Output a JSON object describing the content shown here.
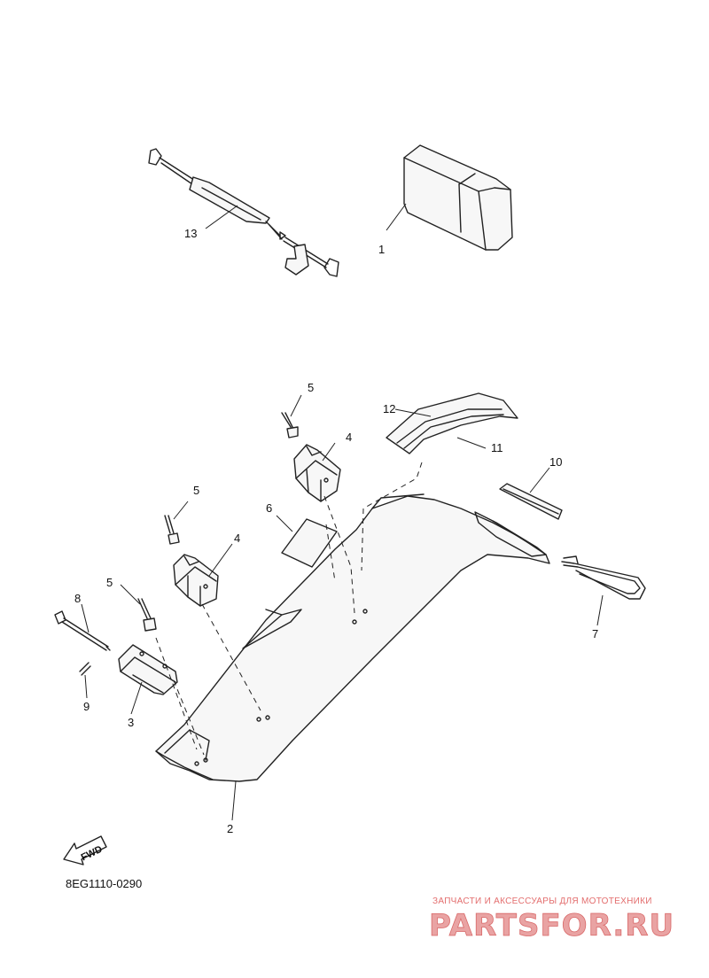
{
  "diagram": {
    "callouts": {
      "c1": "1",
      "c2": "2",
      "c3": "3",
      "c4a": "4",
      "c4b": "4",
      "c5a": "5",
      "c5b": "5",
      "c5c": "5",
      "c6": "6",
      "c7": "7",
      "c8": "8",
      "c9": "9",
      "c10": "10",
      "c11": "11",
      "c12": "12",
      "c13": "13"
    },
    "fwd_label": "FWD",
    "diagram_code": "8EG1110-0290"
  },
  "watermark": {
    "tagline": "ЗАПЧАСТИ И АКСЕССУАРЫ ДЛЯ МОТОТЕХНИКИ",
    "logo_text": "PARTSFOR.RU"
  }
}
